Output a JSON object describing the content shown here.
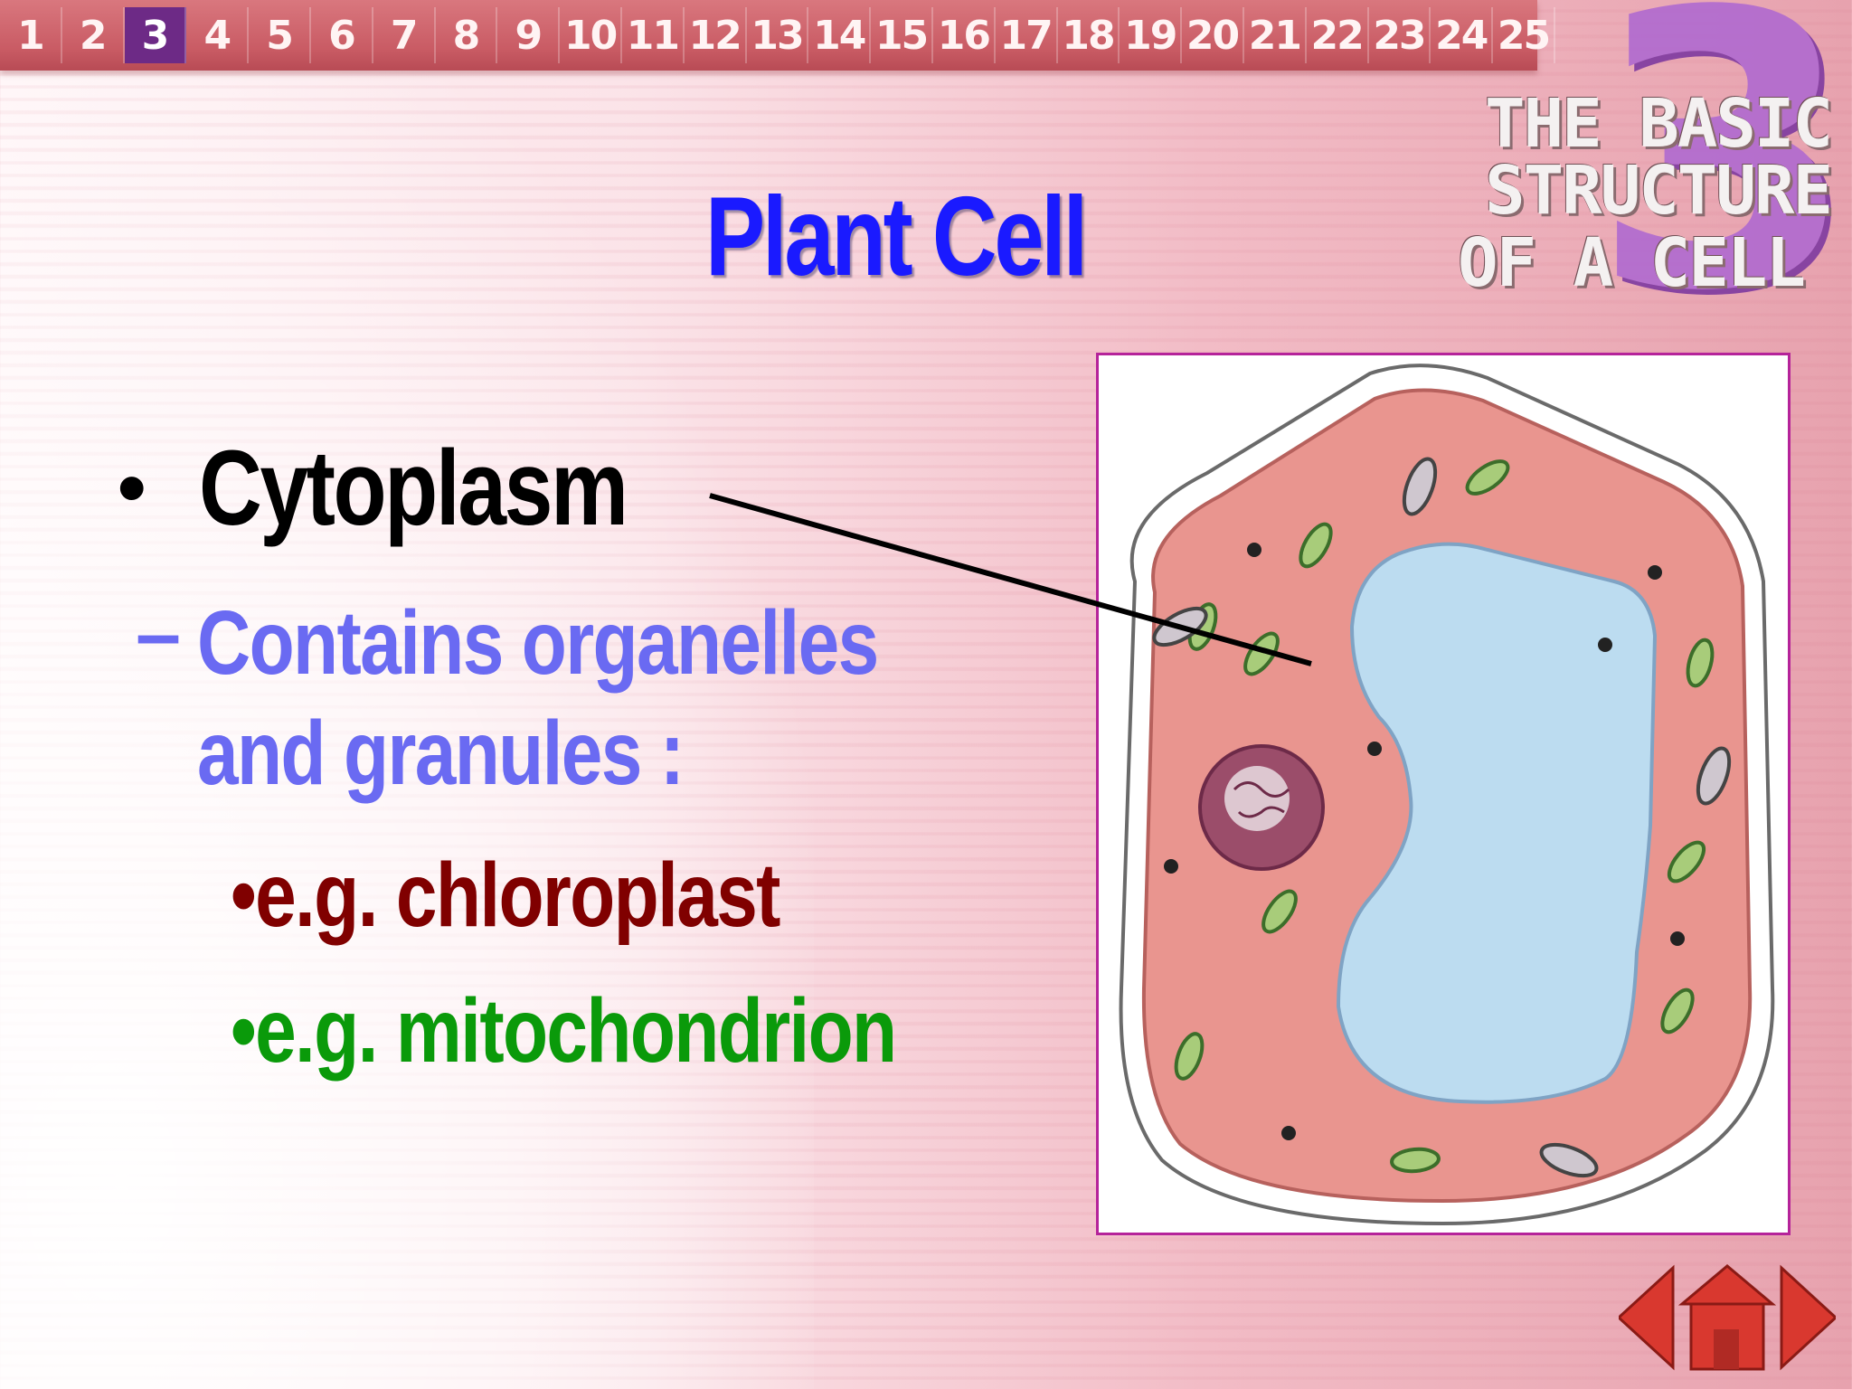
{
  "nav": {
    "slides": [
      "1",
      "2",
      "3",
      "4",
      "5",
      "6",
      "7",
      "8",
      "9",
      "10",
      "11",
      "12",
      "13",
      "14",
      "15",
      "16",
      "17",
      "18",
      "19",
      "20",
      "21",
      "22",
      "23",
      "24",
      "25"
    ],
    "current": "3"
  },
  "header": {
    "emblem_number": "3",
    "title_line1": "THE BASIC STRUCTURE",
    "title_line2": "OF A CELL"
  },
  "slide": {
    "title": "Plant Cell",
    "bullet_main": "Cytoplasm",
    "bullet_main_marker": "•",
    "sub_marker": "–",
    "sub_bullet": "Contains organelles and granules  :",
    "examples": [
      {
        "text": "•e.g. chloroplast",
        "color": "#800000"
      },
      {
        "text": "•e.g. mitochondrion",
        "color": "#0a9a0a"
      }
    ]
  },
  "colors": {
    "title_blue": "#1a1aff",
    "sub_bullet_blue": "#6a6af2",
    "nav_active": "#6d2a86",
    "cytoplasm_pink": "#e9958f",
    "vacuole_blue": "#bcdcf0",
    "frame_border": "#b5239a"
  },
  "icons": [
    "prev-arrow-icon",
    "home-icon",
    "next-arrow-icon"
  ]
}
